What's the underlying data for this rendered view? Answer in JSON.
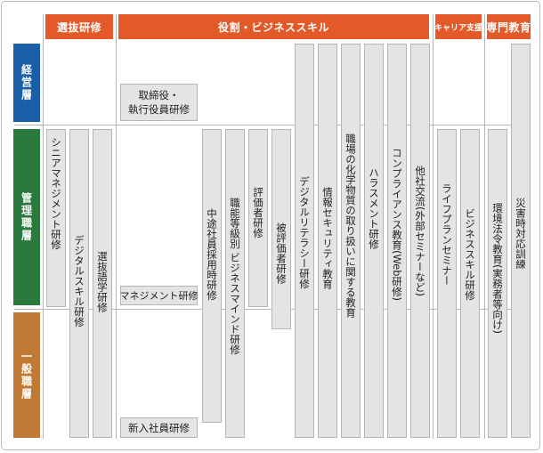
{
  "headers": {
    "selection": "選抜研修",
    "role_business": "役割・ビジネススキル",
    "career": "キャリア支援",
    "specialist": "専門教育"
  },
  "levels": {
    "executive": "経営層",
    "management": "管理職層",
    "general": "一般職層"
  },
  "colors": {
    "header": "#e35a28",
    "executive": "#1a5ea8",
    "management": "#2a7a3e",
    "general": "#c07a35",
    "box": "#e4e4e4"
  },
  "programs": {
    "director_training": [
      "取締役・",
      "執行役員研修"
    ],
    "management_training": "マネジメント研修",
    "new_employee_training": "新入社員研修",
    "senior_management": "シニアマネジメント研修",
    "digital_skill": "デジタルスキル研修",
    "selected_language": "選抜語学研修",
    "mid_career_hiring": "中途社員採用時研修",
    "grade_business_mind": "職能等級別 ビジネスマインド研修",
    "evaluator": "評価者研修",
    "evaluatee": "被評価者研修",
    "digital_literacy": "デジタルリテラシー研修",
    "info_security": "情報セキュリティ教育",
    "chemical_handling": "職場の化学物質の取り扱いに関する教育",
    "harassment": "ハラスメント研修",
    "compliance": "コンプライアンス教育(Web研修)",
    "external_exchange": "他社交流(外部セミナーなど)",
    "life_plan": "ライフプランセミナー",
    "business_skill": "ビジネススキル研修",
    "environmental_law": "環境法令教育(実務者等向け)",
    "disaster_response": "災害時対応訓練"
  }
}
